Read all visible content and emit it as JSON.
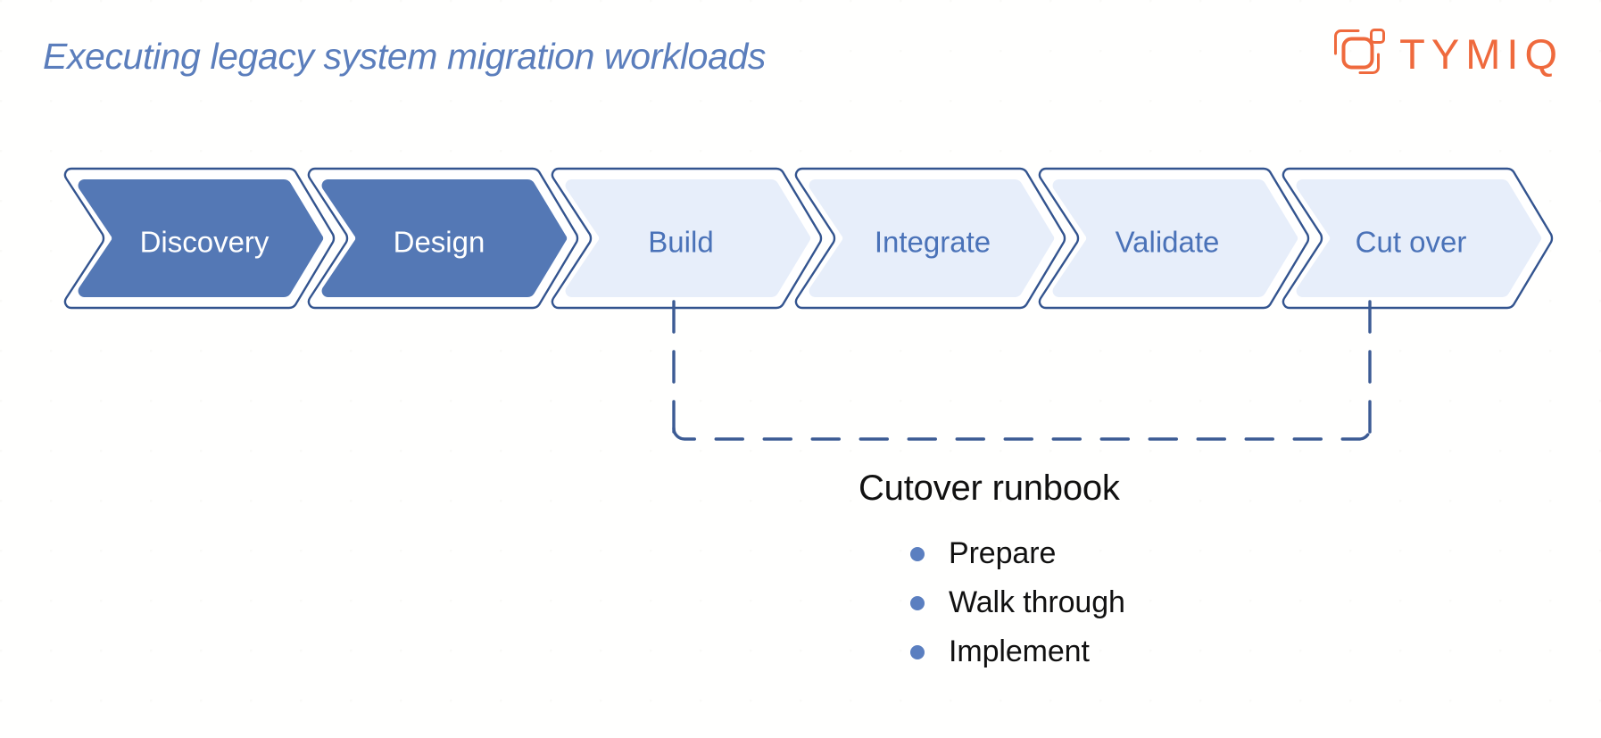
{
  "header": {
    "title": "Executing legacy system migration workloads",
    "logo": {
      "name": "tymiq-logo",
      "text": "TYMIQ",
      "color": "#ef6a3d",
      "mark_icon": "overlapping-rounded-squares-icon"
    },
    "title_color": "#5b7ebc"
  },
  "pipeline": {
    "name": "migration-phase-pipeline",
    "active_fill": "#5478b5",
    "inactive_fill": "#e7eefa",
    "outline_color": "#33548f",
    "stages": [
      {
        "label": "Discovery",
        "state": "active"
      },
      {
        "label": "Design",
        "state": "active"
      },
      {
        "label": "Build",
        "state": "inactive"
      },
      {
        "label": "Integrate",
        "state": "inactive"
      },
      {
        "label": "Validate",
        "state": "inactive"
      },
      {
        "label": "Cut over",
        "state": "inactive"
      }
    ]
  },
  "connector": {
    "name": "cutover-scope-bracket",
    "style": "dashed",
    "color": "#3c5b94",
    "from_stage": "Build",
    "to_stage": "Cut over"
  },
  "runbook": {
    "title": "Cutover runbook",
    "bullet_color": "#5b7fc0",
    "items": [
      {
        "label": "Prepare"
      },
      {
        "label": "Walk through"
      },
      {
        "label": "Implement"
      }
    ]
  }
}
